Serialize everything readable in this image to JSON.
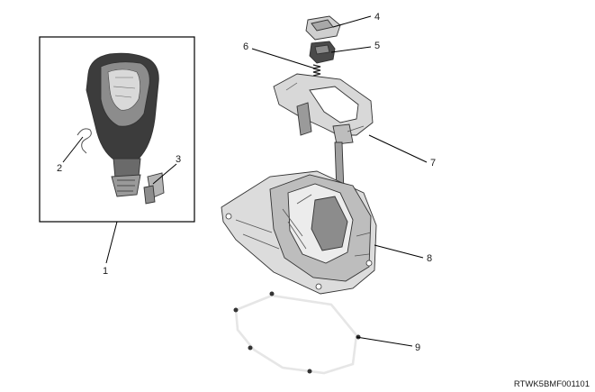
{
  "figure_code": "RTWK5BMF001101",
  "callouts": [
    {
      "id": "1",
      "label": "1"
    },
    {
      "id": "2",
      "label": "2"
    },
    {
      "id": "3",
      "label": "3"
    },
    {
      "id": "4",
      "label": "4"
    },
    {
      "id": "5",
      "label": "5"
    },
    {
      "id": "6",
      "label": "6"
    },
    {
      "id": "7",
      "label": "7"
    },
    {
      "id": "8",
      "label": "8"
    },
    {
      "id": "9",
      "label": "9"
    }
  ],
  "colors": {
    "line": "#000000",
    "part_light": "#e6e6e6",
    "part_mid": "#b5b5b5",
    "part_dark": "#3c3c3c"
  }
}
